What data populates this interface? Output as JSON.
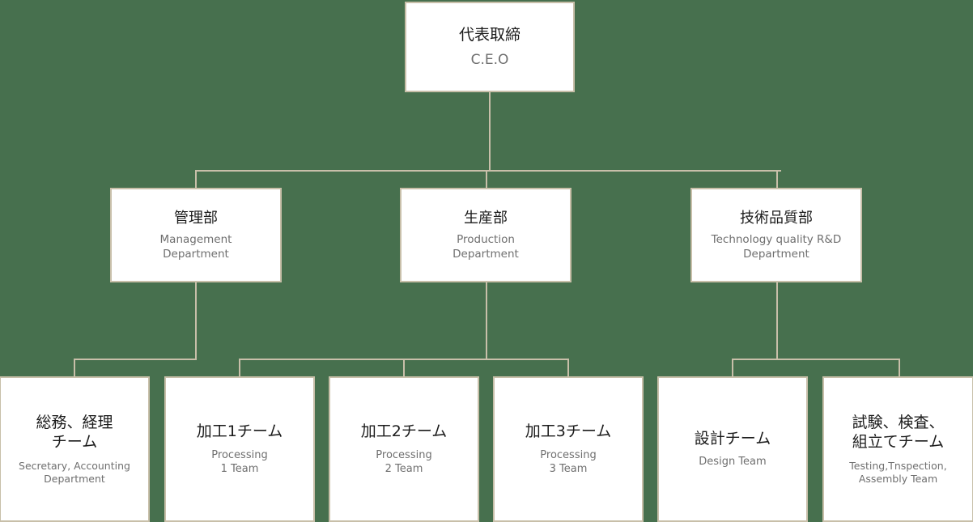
{
  "chart": {
    "type": "org-chart",
    "background_color": "#47704e",
    "box_fill_color": "#ffffff",
    "box_border_color": "#c8bfa9",
    "connector_color": "#c8bfa9",
    "jp_text_color": "#1b1b1b",
    "en_text_color": "#6f6f6f",
    "levels": 3
  },
  "ceo": {
    "jp": "代表取締",
    "en": "C.E.O"
  },
  "departments": [
    {
      "jp": "管理部",
      "en": "Management\nDepartment"
    },
    {
      "jp": "生産部",
      "en": "Production\nDepartment"
    },
    {
      "jp": "技術品質部",
      "en": "Technology quality R&D\nDepartment"
    }
  ],
  "teams": [
    {
      "jp": "総務、経理\nチーム",
      "en": "Secretary, Accounting\nDepartment",
      "parent": "管理部"
    },
    {
      "jp": "加工1チーム",
      "en": "Processing\n1 Team",
      "parent": "生産部"
    },
    {
      "jp": "加工2チーム",
      "en": "Processing\n2 Team",
      "parent": "生産部"
    },
    {
      "jp": "加工3チーム",
      "en": "Processing\n3 Team",
      "parent": "生産部"
    },
    {
      "jp": "設計チーム",
      "en": "Design Team",
      "parent": "技術品質部"
    },
    {
      "jp": "試験、検査、\n組立てチーム",
      "en": "Testing,Tnspection,\nAssembly Team",
      "parent": "技術品質部"
    }
  ]
}
